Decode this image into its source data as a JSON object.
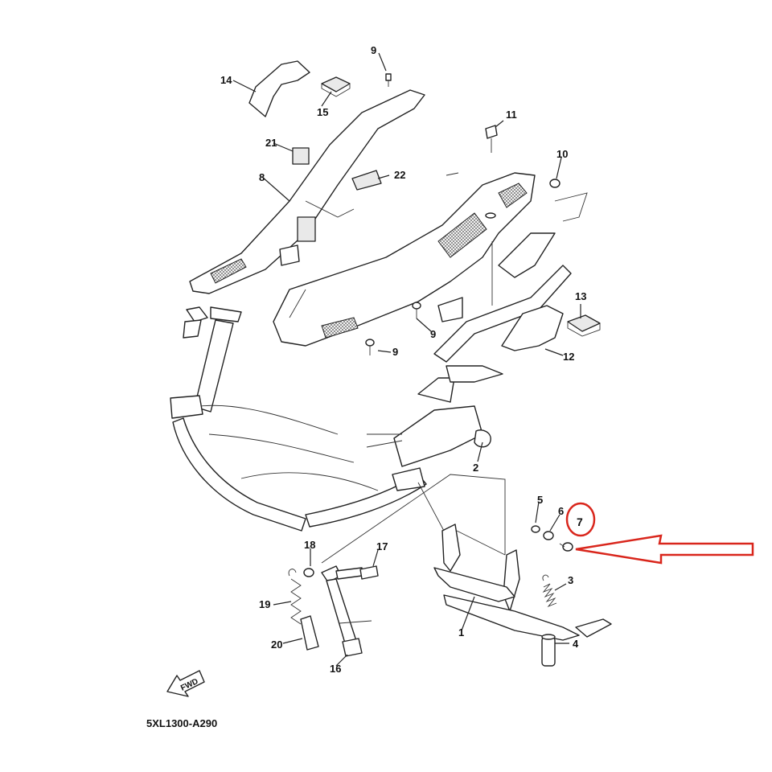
{
  "diagram": {
    "code": "5XL1300-A290",
    "fwd_label": "FWD",
    "highlight": {
      "part": "7",
      "ring_color": "#d9261c",
      "arrow_color": "#d9261c"
    },
    "callouts": [
      {
        "id": "c9a",
        "label": "9"
      },
      {
        "id": "c14",
        "label": "14"
      },
      {
        "id": "c15",
        "label": "15"
      },
      {
        "id": "c11",
        "label": "11"
      },
      {
        "id": "c21",
        "label": "21"
      },
      {
        "id": "c10",
        "label": "10"
      },
      {
        "id": "c8",
        "label": "8"
      },
      {
        "id": "c22",
        "label": "22"
      },
      {
        "id": "c13",
        "label": "13"
      },
      {
        "id": "c9b",
        "label": "9"
      },
      {
        "id": "c12",
        "label": "12"
      },
      {
        "id": "c9c",
        "label": "9"
      },
      {
        "id": "c2",
        "label": "2"
      },
      {
        "id": "c5",
        "label": "5"
      },
      {
        "id": "c6",
        "label": "6"
      },
      {
        "id": "c18",
        "label": "18"
      },
      {
        "id": "c17",
        "label": "17"
      },
      {
        "id": "c3",
        "label": "3"
      },
      {
        "id": "c19",
        "label": "19"
      },
      {
        "id": "c1",
        "label": "1"
      },
      {
        "id": "c4",
        "label": "4"
      },
      {
        "id": "c20",
        "label": "20"
      },
      {
        "id": "c16",
        "label": "16"
      }
    ]
  }
}
